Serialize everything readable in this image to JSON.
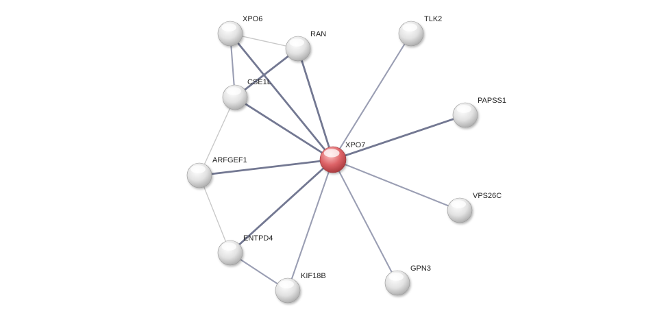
{
  "network": {
    "center": "XPO7",
    "nodes": [
      {
        "id": "XPO7",
        "label": "XPO7",
        "highlight": true
      },
      {
        "id": "XPO6",
        "label": "XPO6"
      },
      {
        "id": "RAN",
        "label": "RAN"
      },
      {
        "id": "CSE1L",
        "label": "CSE1L"
      },
      {
        "id": "TLK2",
        "label": "TLK2"
      },
      {
        "id": "PAPSS1",
        "label": "PAPSS1"
      },
      {
        "id": "ARFGEF1",
        "label": "ARFGEF1"
      },
      {
        "id": "VPS26C",
        "label": "VPS26C"
      },
      {
        "id": "ENTPD4",
        "label": "ENTPD4"
      },
      {
        "id": "KIF18B",
        "label": "KIF18B"
      },
      {
        "id": "GPN3",
        "label": "GPN3"
      }
    ],
    "edges": [
      {
        "source": "XPO7",
        "target": "XPO6",
        "strength": "strong"
      },
      {
        "source": "XPO7",
        "target": "RAN",
        "strength": "strong"
      },
      {
        "source": "XPO7",
        "target": "CSE1L",
        "strength": "strong"
      },
      {
        "source": "XPO7",
        "target": "TLK2",
        "strength": "medium"
      },
      {
        "source": "XPO7",
        "target": "PAPSS1",
        "strength": "strong"
      },
      {
        "source": "XPO7",
        "target": "ARFGEF1",
        "strength": "strong"
      },
      {
        "source": "XPO7",
        "target": "VPS26C",
        "strength": "medium"
      },
      {
        "source": "XPO7",
        "target": "ENTPD4",
        "strength": "strong"
      },
      {
        "source": "XPO7",
        "target": "KIF18B",
        "strength": "medium"
      },
      {
        "source": "XPO7",
        "target": "GPN3",
        "strength": "medium"
      },
      {
        "source": "XPO6",
        "target": "RAN",
        "strength": "weak"
      },
      {
        "source": "XPO6",
        "target": "CSE1L",
        "strength": "medium"
      },
      {
        "source": "CSE1L",
        "target": "RAN",
        "strength": "strong"
      },
      {
        "source": "CSE1L",
        "target": "ARFGEF1",
        "strength": "weak"
      },
      {
        "source": "ARFGEF1",
        "target": "ENTPD4",
        "strength": "weak"
      },
      {
        "source": "ENTPD4",
        "target": "KIF18B",
        "strength": "medium"
      }
    ],
    "colors": {
      "highlight_node": "#d9585c",
      "node": "#d8d8d8",
      "edge_strong": "#737892",
      "edge_medium": "#9a9eb3",
      "edge_weak": "#c9c9c9"
    }
  }
}
